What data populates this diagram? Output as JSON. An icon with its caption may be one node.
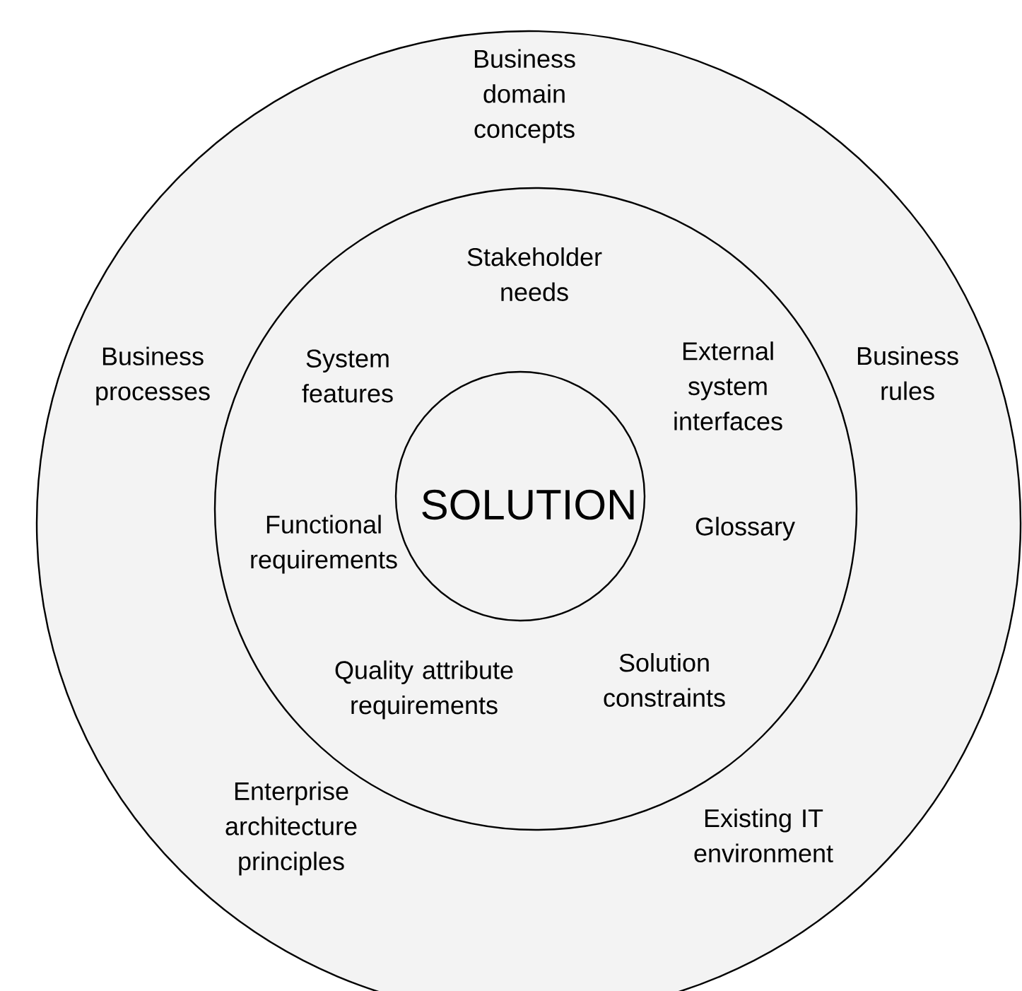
{
  "diagram": {
    "nodes": [
      {
        "text": [
          "Business domain concepts",
          "Business processes",
          "Business rules",
          "Enterprise architecture principles",
          "Existing IT environment"
        ]
      },
      {
        "text": [
          "Stakeholder needs",
          "System features",
          "External system interfaces",
          "Functional requirements",
          "Glossary",
          "Quality attribute requirements",
          "Solution constraints"
        ],
        "in": 0
      },
      {
        "text": [
          "SOLUTION"
        ],
        "in": 1
      }
    ]
  }
}
